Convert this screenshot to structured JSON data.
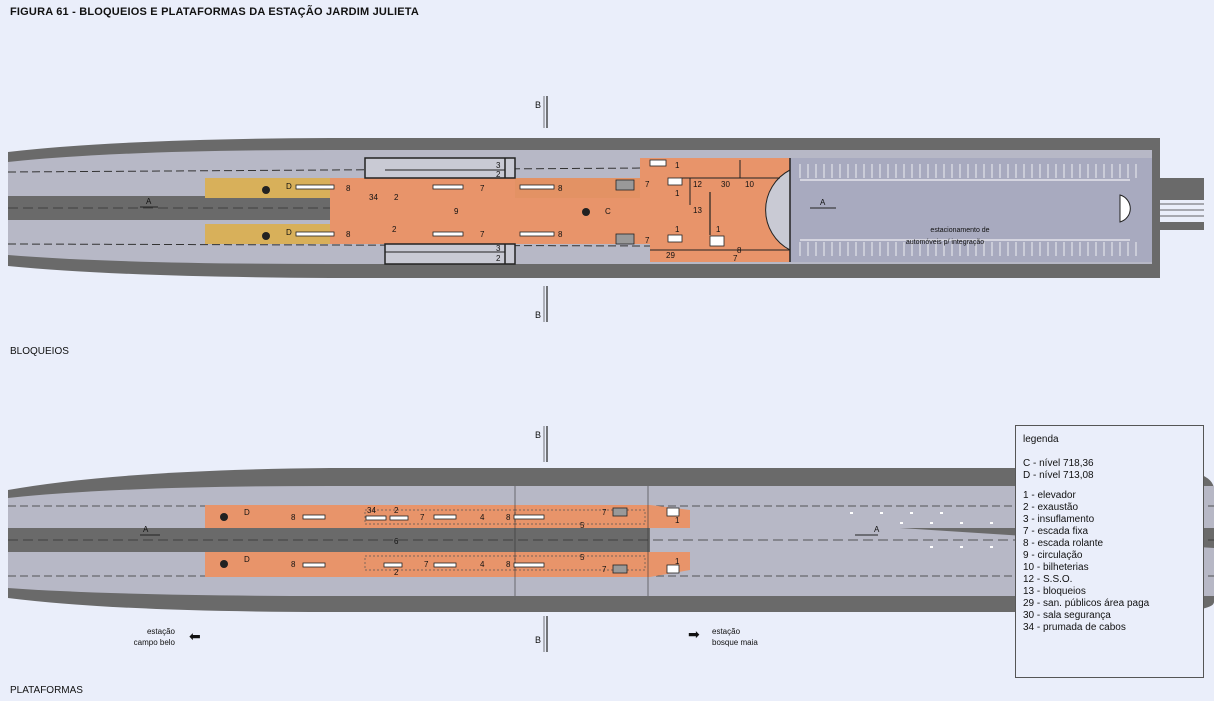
{
  "title": "FIGURA 61 - BLOQUEIOS E PLATAFORMAS DA ESTAÇÃO JARDIM JULIETA",
  "sections": {
    "bloqueios": "BLOQUEIOS",
    "plataformas": "PLATAFORMAS"
  },
  "section_mark": "B",
  "axis_mark": "A",
  "upper_labels": {
    "levelC": "C",
    "levelD": "D",
    "n1": "1",
    "n2": "2",
    "n3": "3",
    "n7": "7",
    "n8": "8",
    "n9": "9",
    "n10": "10",
    "n12": "12",
    "n13": "13",
    "n29": "29",
    "n30": "30",
    "n34": "34",
    "parking_line1": "estacionamento de",
    "parking_line2": "automóveis p/ integração"
  },
  "lower_labels": {
    "levelD": "D",
    "n1": "1",
    "n2": "2",
    "n4": "4",
    "n5": "5",
    "n6": "6",
    "n7": "7",
    "n8": "8",
    "n34": "34"
  },
  "directions": {
    "left_line1": "estação",
    "left_line2": "campo belo",
    "left_arrow": "⬅",
    "right_line1": "estação",
    "right_line2": "bosque maia",
    "right_arrow": "➡"
  },
  "legend": {
    "title": "legenda",
    "levels": [
      "C - nível 718,36",
      "D - nível 713,08"
    ],
    "items": [
      "1 - elevador",
      "2 - exaustão",
      "3 - insuflamento",
      "7 - escada fixa",
      "8 - escada rolante",
      "9 - circulação",
      "10 - bilheterias",
      "12 - S.S.O.",
      "13 - bloqueios",
      "29 - san. públicos área paga",
      "30 - sala segurança",
      "34 - prumada de cabos"
    ]
  },
  "colors": {
    "tunnel": "#5b5b5b",
    "track": "#b9b9c6",
    "concourse": "#e8946a",
    "platform_yellow": "#d9b25a",
    "parking": "#a9abc0",
    "background": "#eaeefa"
  }
}
